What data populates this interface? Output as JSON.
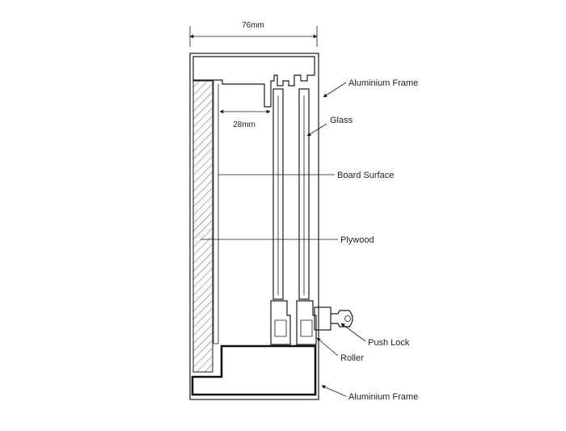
{
  "diagram": {
    "dimensions": {
      "total_width": "76mm",
      "inner_gap": "28mm"
    },
    "labels": {
      "aluminium_frame_top": "Aluminium Frame",
      "glass": "Glass",
      "board_surface": "Board Surface",
      "plywood": "Plywood",
      "push_lock": "Push Lock",
      "roller": "Roller",
      "aluminium_frame_bottom": "Aluminium Frame"
    },
    "colors": {
      "line": "#1a1a1a",
      "background": "#ffffff"
    }
  }
}
